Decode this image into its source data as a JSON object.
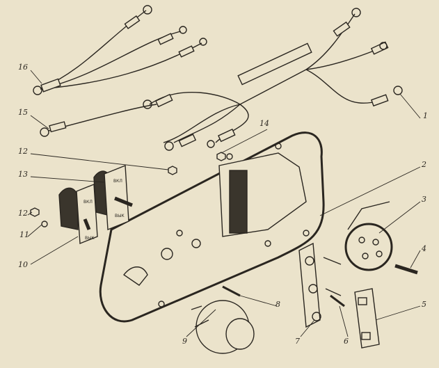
{
  "labels": {
    "l1": "1",
    "l2": "2",
    "l3": "3",
    "l4": "4",
    "l5": "5",
    "l6": "6",
    "l7": "7",
    "l8": "8",
    "l9": "9",
    "l10": "10",
    "l11": "11",
    "l12a": "12",
    "l12b": "12",
    "l13": "13",
    "l14": "14",
    "l15": "15",
    "l16": "16"
  },
  "switch_text": {
    "on": "ВКЛ",
    "off": "ВЫК"
  },
  "colors": {
    "paper": "#ebe3cb",
    "ink": "#2a2620"
  }
}
